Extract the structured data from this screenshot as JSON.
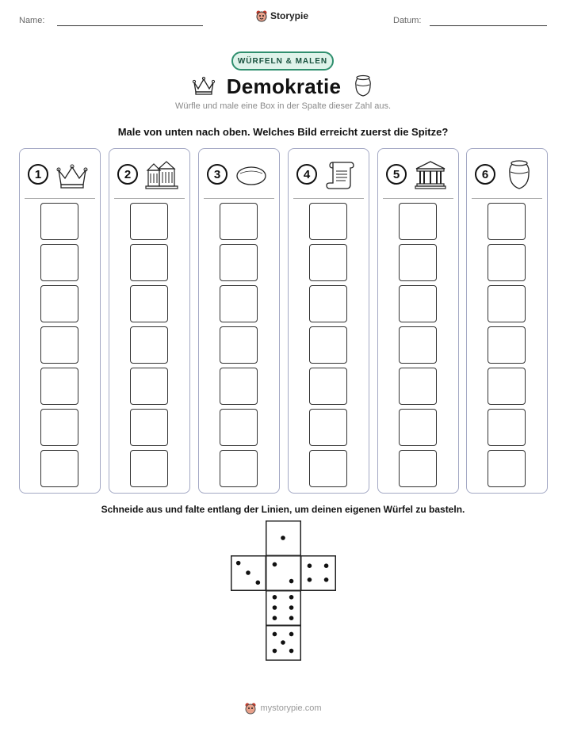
{
  "header": {
    "name_label": "Name:",
    "date_label": "Datum:",
    "brand": "Storypie"
  },
  "badge": "WÜRFELN & MALEN",
  "title": "Demokratie",
  "subtitle": "Würfle und male eine Box in der Spalte dieser Zahl aus.",
  "instruction": "Male von unten nach oben. Welches Bild erreicht zuerst die Spitze?",
  "columns": [
    {
      "number": "1",
      "icon": "crown-icon"
    },
    {
      "number": "2",
      "icon": "city-buildings-icon"
    },
    {
      "number": "3",
      "icon": "stone-icon"
    },
    {
      "number": "4",
      "icon": "scroll-icon"
    },
    {
      "number": "5",
      "icon": "temple-icon"
    },
    {
      "number": "6",
      "icon": "pot-icon"
    }
  ],
  "boxes_per_column": 7,
  "cut_instruction": "Schneide aus und falte entlang der Linien, um deinen eigenen Würfel zu basteln.",
  "die_net": [
    1,
    3,
    2,
    4,
    6,
    5
  ],
  "footer": "mystorypie.com"
}
